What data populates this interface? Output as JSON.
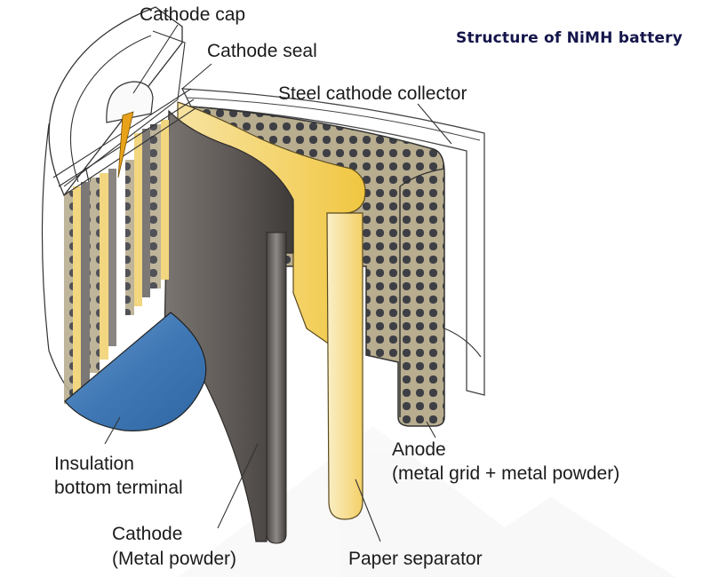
{
  "title": "Structure of NiMH battery",
  "labels": {
    "cathode_cap": "Cathode cap",
    "cathode_seal": "Cathode seal",
    "steel_cathode_collector": "Steel cathode collector",
    "anode_line1": "Anode",
    "anode_line2": "(metal grid + metal powder)",
    "insulation_line1": "Insulation",
    "insulation_line2": "bottom terminal",
    "cathode_line1": "Cathode",
    "cathode_line2": "(Metal powder)",
    "paper_separator": "Paper separator"
  },
  "colors": {
    "title": "#14154a",
    "separator_yellow": "#f4d36a",
    "cathode_gray": "#6b6562",
    "anode_grid": "#b8ad8f",
    "anode_dots": "#3e3f45",
    "insulation_blue": "#3f78b5",
    "seal_orange": "#e8a21a"
  }
}
